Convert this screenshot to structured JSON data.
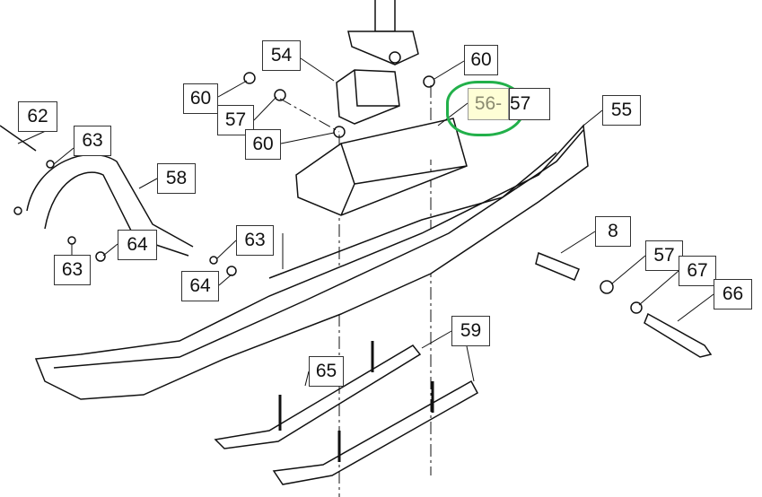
{
  "callouts": {
    "c54": "54",
    "c60a": "60",
    "c60b": "60",
    "c57a": "57",
    "c60c": "60",
    "c56": "56-",
    "c57h": "57",
    "c55": "55",
    "c62": "62",
    "c63a": "63",
    "c58": "58",
    "c63b": "63",
    "c64a": "64",
    "c63c": "63",
    "c64b": "64",
    "c8": "8",
    "c57b": "57",
    "c67": "67",
    "c66": "66",
    "c59": "59",
    "c65": "65"
  },
  "highlight_color": "#22b04a"
}
